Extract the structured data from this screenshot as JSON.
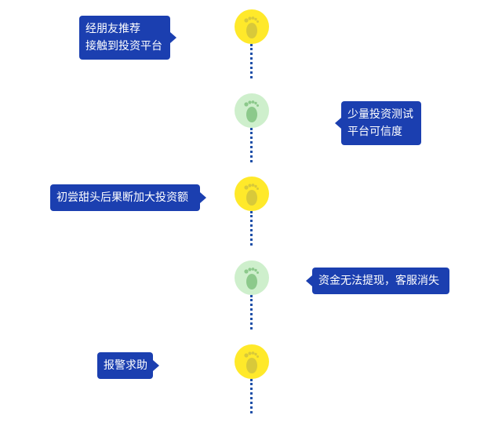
{
  "steps": [
    {
      "lines": [
        "经朋友推荐",
        "接触到投资平台"
      ],
      "side": "left",
      "node_color": "#ffe92a",
      "icon": "footprint-icon"
    },
    {
      "lines": [
        "少量投资测试",
        "平台可信度"
      ],
      "side": "right",
      "node_color": "#ceefcc",
      "icon": "footprint-icon"
    },
    {
      "lines": [
        "初尝甜头后果断加大投资额"
      ],
      "side": "left",
      "node_color": "#ffe92a",
      "icon": "footprint-icon"
    },
    {
      "lines": [
        "资金无法提现，客服消失"
      ],
      "side": "right",
      "node_color": "#ceefcc",
      "icon": "footprint-icon"
    },
    {
      "lines": [
        "报警求助"
      ],
      "side": "left",
      "node_color": "#ffe92a",
      "icon": "footprint-icon"
    }
  ],
  "colors": {
    "bubble": "#1b3fb0",
    "connector": "#1e4fa8",
    "foot_on_yellow": "#d8c93a",
    "foot_on_green": "#8cc98b"
  }
}
